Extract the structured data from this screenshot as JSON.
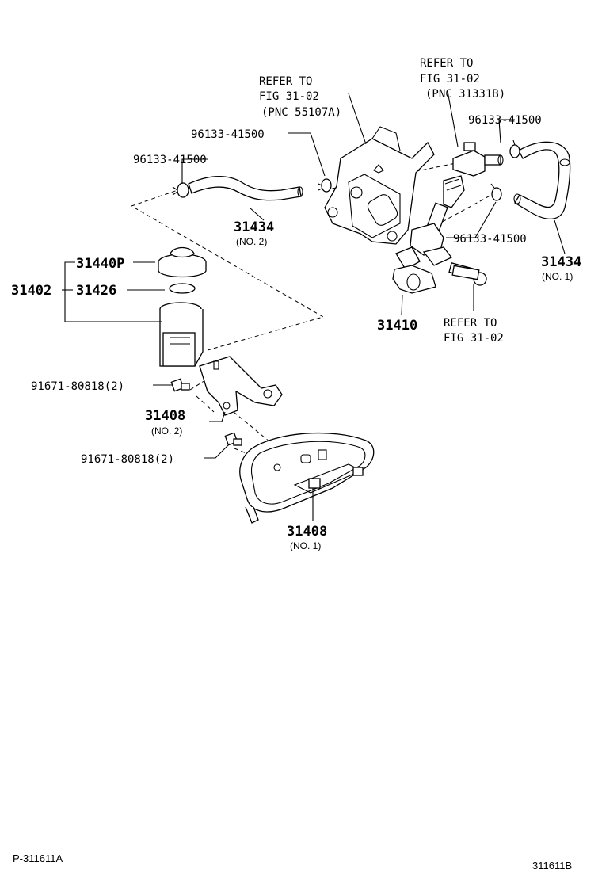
{
  "labels": {
    "refer_fig_top_left": [
      "REFER TO",
      "FIG 31-02",
      "(PNC 55107A)"
    ],
    "refer_fig_top_right": [
      "REFER TO",
      "FIG 31-02",
      "(PNC 31331B)"
    ],
    "refer_fig_bottom": [
      "REFER TO",
      "FIG 31-02"
    ],
    "clip_96133_a": "96133-41500",
    "clip_96133_b": "96133-41500",
    "clip_96133_c": "96133-41500",
    "clip_96133_d": "96133-41500",
    "hose_31434_no2": "31434",
    "hose_31434_no2_sub": "(NO. 2)",
    "hose_31434_no1": "31434",
    "hose_31434_no1_sub": "(NO. 1)",
    "cap_31440p": "31440P",
    "assy_31402": "31402",
    "ring_31426": "31426",
    "valve_31410": "31410",
    "bolt_91671_a": "91671-80818(2)",
    "bolt_91671_b": "91671-80818(2)",
    "bracket_31408_no2": "31408",
    "bracket_31408_no2_sub": "(NO. 2)",
    "cover_31408_no1": "31408",
    "cover_31408_no1_sub": "(NO. 1)",
    "corner_left": "P-311611A",
    "corner_right": "311611B"
  }
}
